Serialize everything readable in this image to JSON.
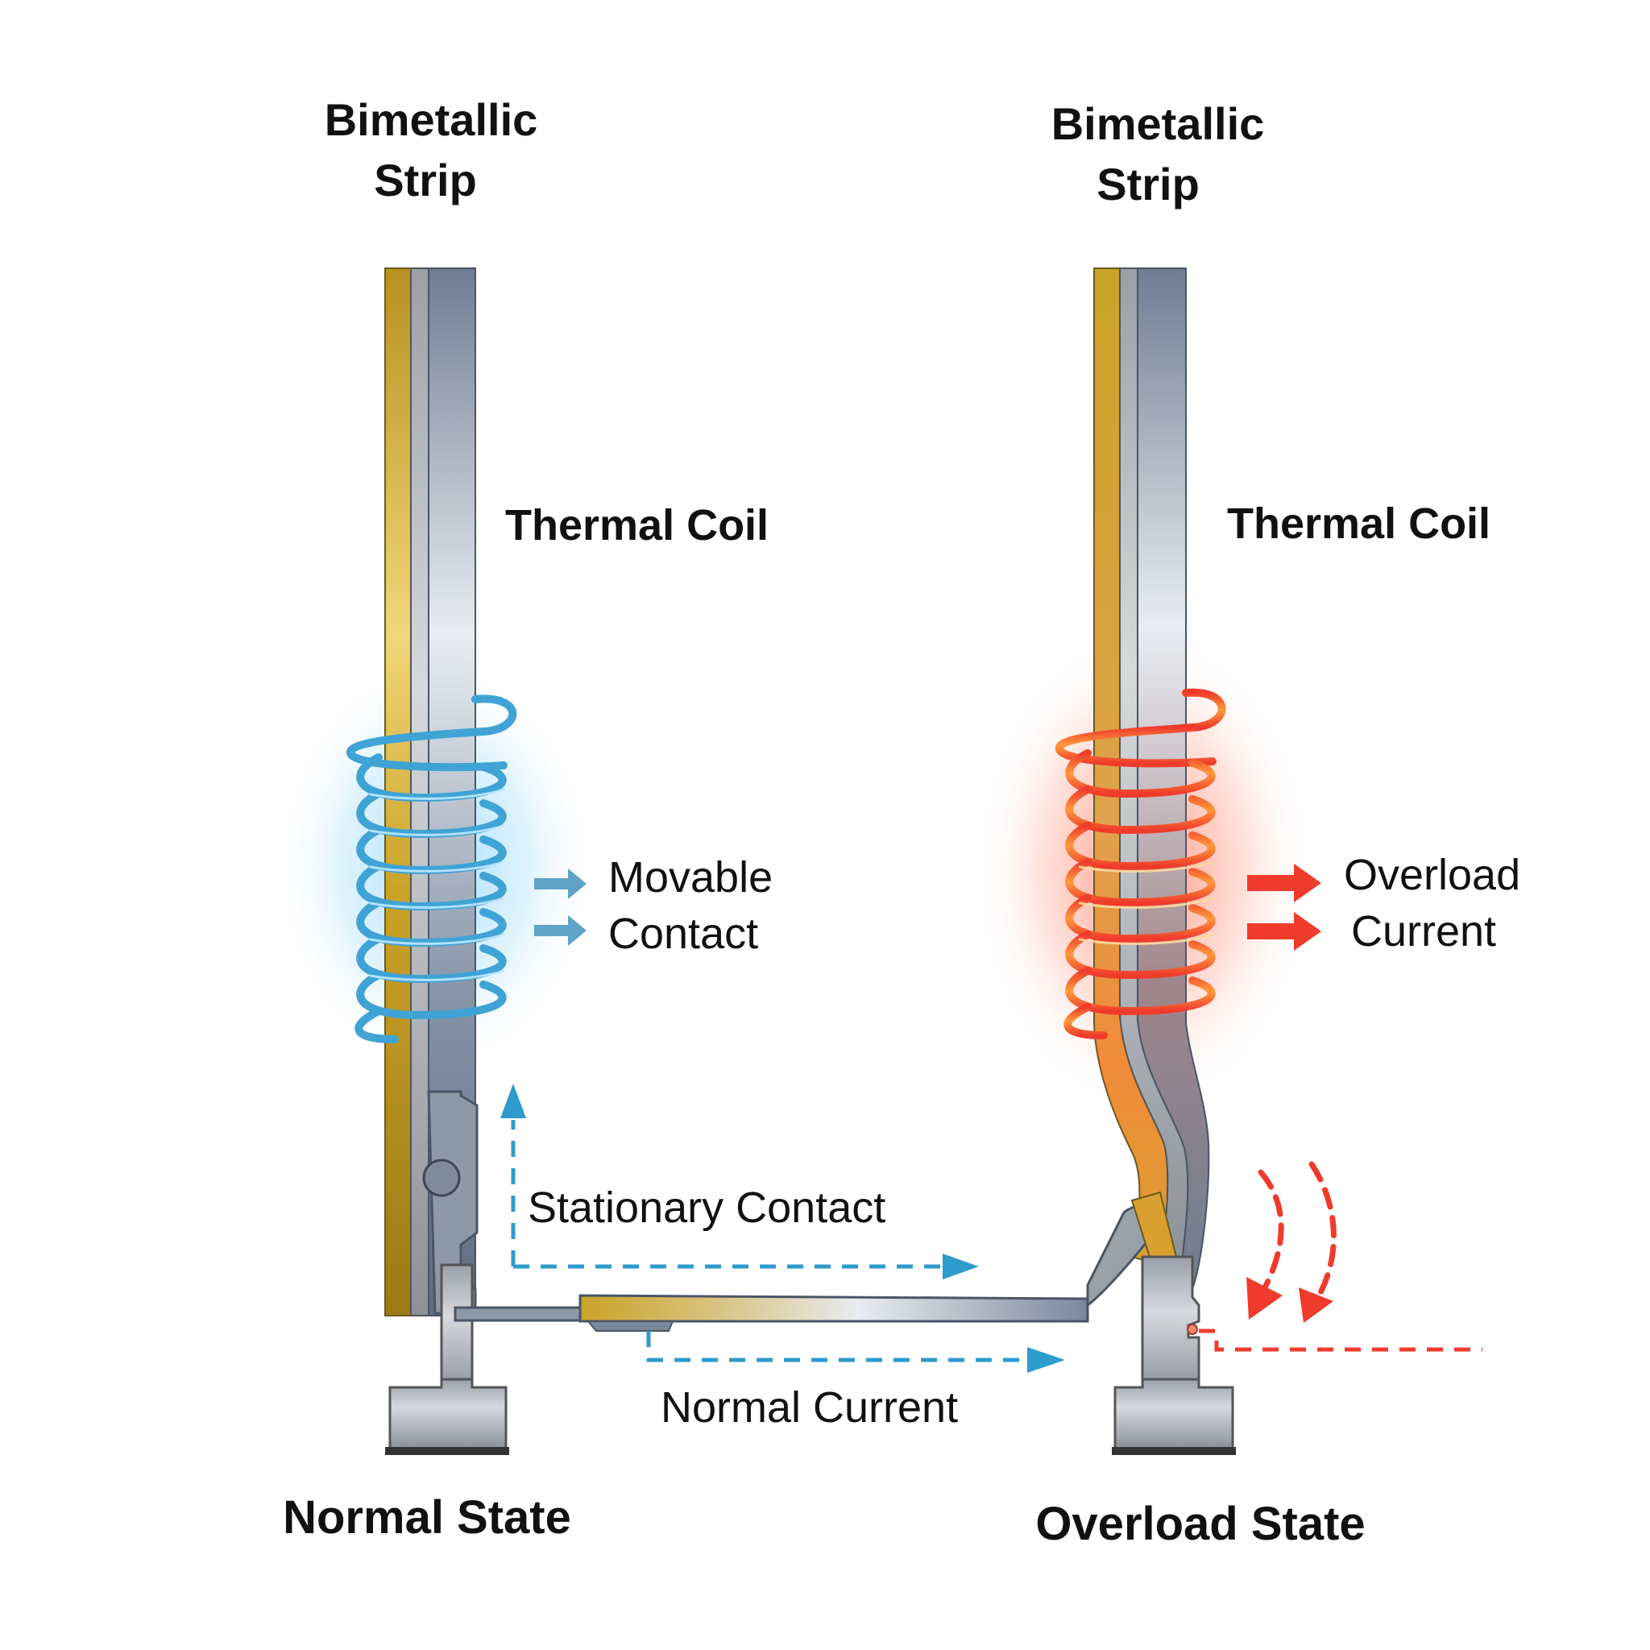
{
  "labels": {
    "left_strip_line1": "Bimetallic",
    "left_strip_line2": "Strip",
    "right_strip_line1": "Bimetallic",
    "right_strip_line2": "Strip",
    "left_coil": "Thermal Coil",
    "right_coil": "Thermal Coil",
    "movable_line1": "Movable",
    "movable_line2": "Contact",
    "overload_line1": "Overload",
    "overload_line2": "Current",
    "stationary_contact": "Stationary Contact",
    "normal_current": "Normal Current",
    "normal_state": "Normal State",
    "overload_state": "Overload State"
  },
  "colors": {
    "normal_accent": "#3fa3d6",
    "overload_accent": "#ef3b2c",
    "brass": "#c9a227",
    "steel": "#8a96a6",
    "text": "#111111"
  }
}
